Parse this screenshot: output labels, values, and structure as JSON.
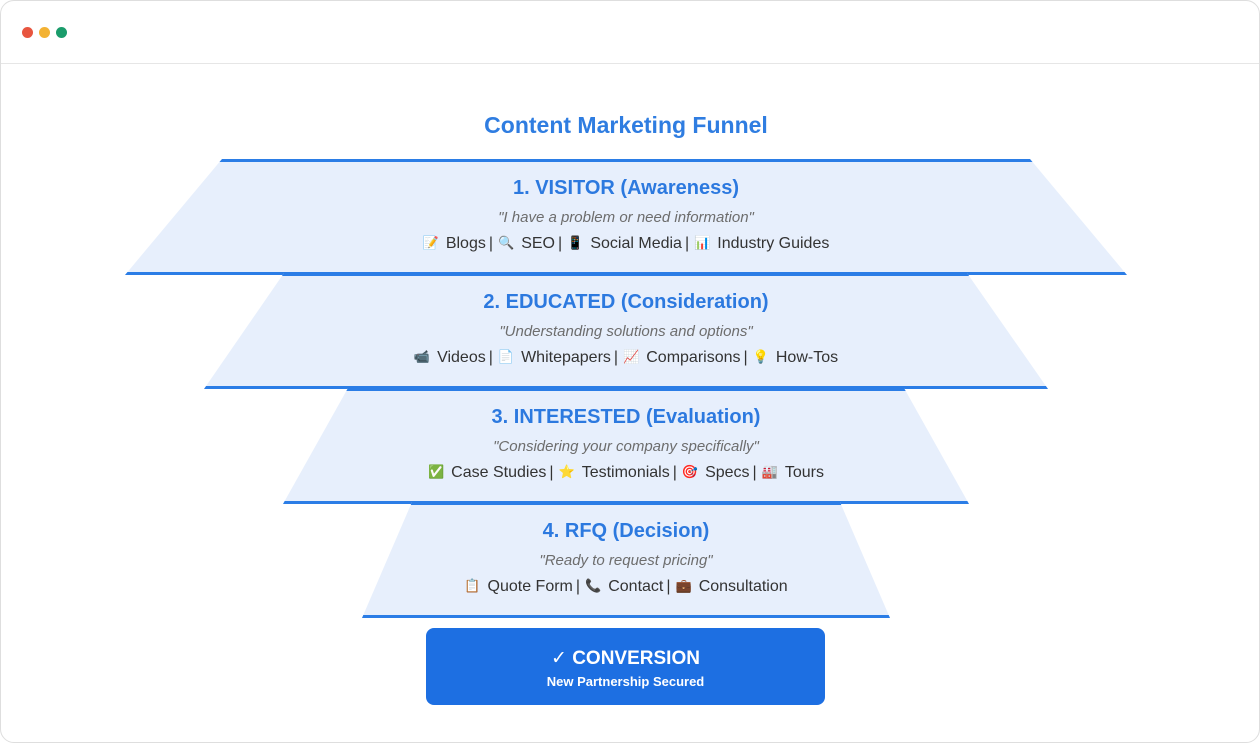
{
  "window": {
    "controls": [
      "close",
      "minimize",
      "maximize"
    ]
  },
  "funnel": {
    "title": "Content Marketing Funnel",
    "stages": [
      {
        "title": "1. VISITOR (Awareness)",
        "quote": "\"I have a problem or need information\"",
        "tactics": [
          {
            "icon": "📝",
            "icon_name": "memo-icon",
            "label": "Blogs"
          },
          {
            "icon": "🔍",
            "icon_name": "magnifier-icon",
            "label": "SEO"
          },
          {
            "icon": "📱",
            "icon_name": "phone-icon",
            "label": "Social Media"
          },
          {
            "icon": "📊",
            "icon_name": "bar-chart-icon",
            "label": "Industry Guides"
          }
        ]
      },
      {
        "title": "2. EDUCATED (Consideration)",
        "quote": "\"Understanding solutions and options\"",
        "tactics": [
          {
            "icon": "📹",
            "icon_name": "video-camera-icon",
            "label": "Videos"
          },
          {
            "icon": "📄",
            "icon_name": "document-icon",
            "label": "Whitepapers"
          },
          {
            "icon": "📈",
            "icon_name": "trend-chart-icon",
            "label": "Comparisons"
          },
          {
            "icon": "💡",
            "icon_name": "lightbulb-icon",
            "label": "How-Tos"
          }
        ]
      },
      {
        "title": "3. INTERESTED (Evaluation)",
        "quote": "\"Considering your company specifically\"",
        "tactics": [
          {
            "icon": "✅",
            "icon_name": "check-box-icon",
            "label": "Case Studies"
          },
          {
            "icon": "⭐",
            "icon_name": "star-icon",
            "label": "Testimonials"
          },
          {
            "icon": "🎯",
            "icon_name": "target-icon",
            "label": "Specs"
          },
          {
            "icon": "🏭",
            "icon_name": "factory-icon",
            "label": "Tours"
          }
        ]
      },
      {
        "title": "4. RFQ (Decision)",
        "quote": "\"Ready to request pricing\"",
        "tactics": [
          {
            "icon": "📋",
            "icon_name": "clipboard-icon",
            "label": "Quote Form"
          },
          {
            "icon": "📞",
            "icon_name": "phone-receiver-icon",
            "label": "Contact"
          },
          {
            "icon": "💼",
            "icon_name": "briefcase-icon",
            "label": "Consultation"
          }
        ]
      }
    ],
    "conversion": {
      "title": "✓ CONVERSION",
      "subtitle": "New Partnership Secured"
    }
  },
  "colors": {
    "accent": "#2b7de6",
    "stage_fill": "#e7effc",
    "conversion_fill": "#1d6fe2",
    "window_close": "#e8553f",
    "window_minimize": "#f3b233",
    "window_maximize": "#1a9c6b"
  }
}
